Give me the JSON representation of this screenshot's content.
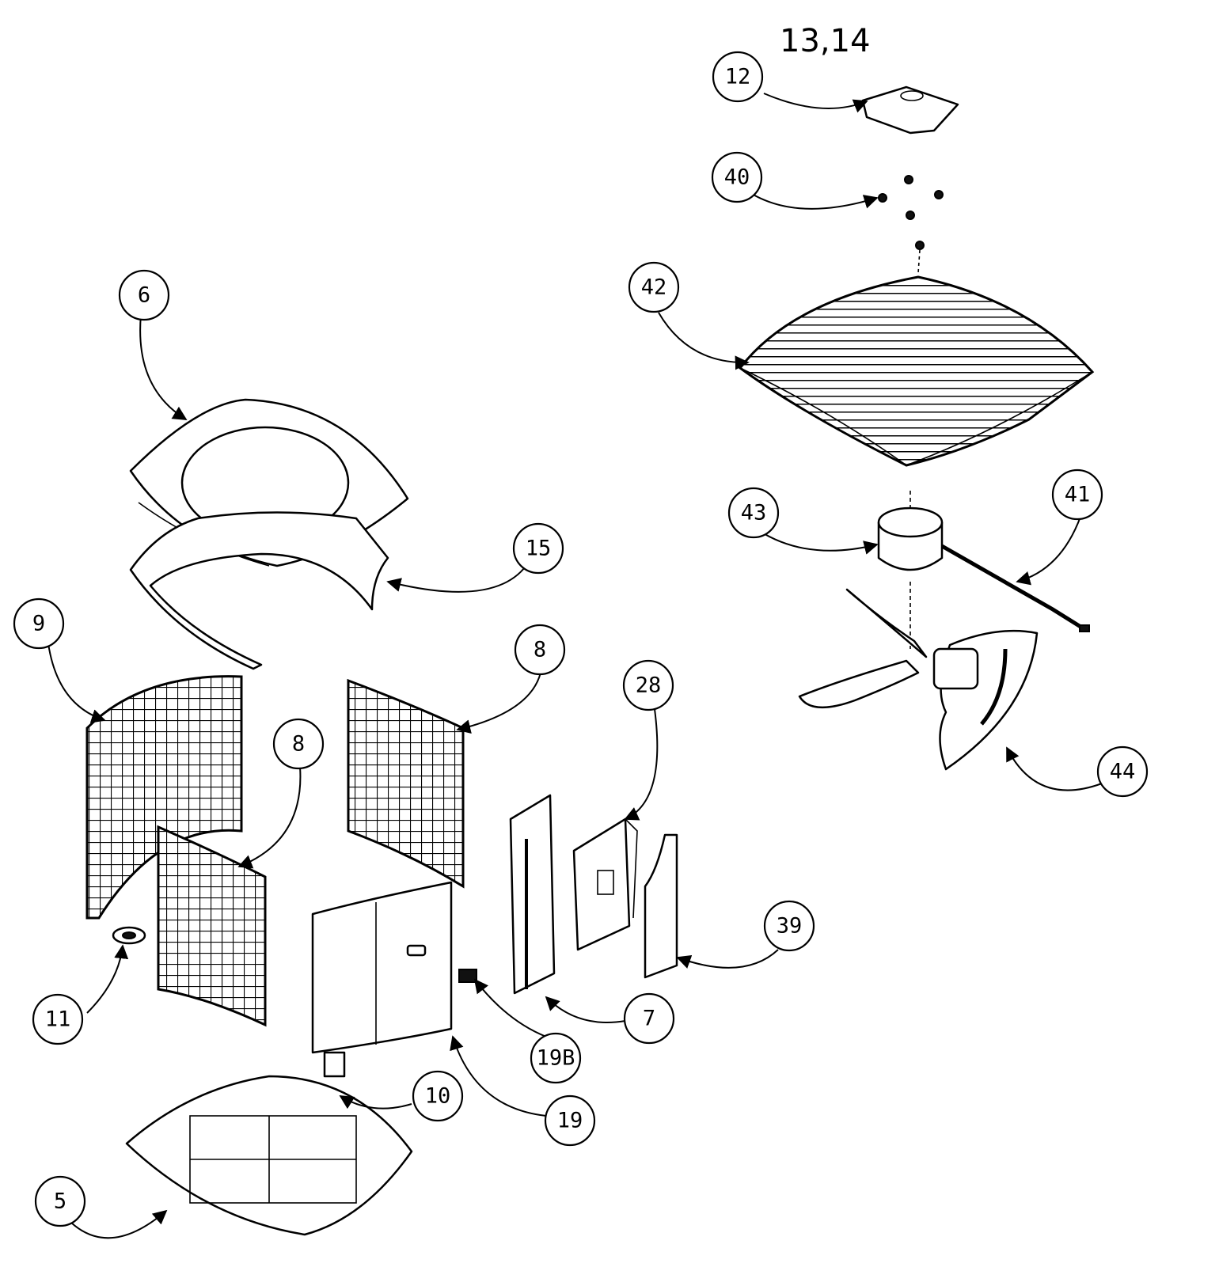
{
  "handwritten_note": "13,14",
  "callouts": [
    {
      "id": "c12",
      "label": "12"
    },
    {
      "id": "c40",
      "label": "40"
    },
    {
      "id": "c42",
      "label": "42"
    },
    {
      "id": "c43",
      "label": "43"
    },
    {
      "id": "c41",
      "label": "41"
    },
    {
      "id": "c44",
      "label": "44"
    },
    {
      "id": "c6",
      "label": "6"
    },
    {
      "id": "c15",
      "label": "15"
    },
    {
      "id": "c9",
      "label": "9"
    },
    {
      "id": "c8a",
      "label": "8"
    },
    {
      "id": "c8b",
      "label": "8"
    },
    {
      "id": "c28",
      "label": "28"
    },
    {
      "id": "c39",
      "label": "39"
    },
    {
      "id": "c7",
      "label": "7"
    },
    {
      "id": "c11",
      "label": "11"
    },
    {
      "id": "c19B",
      "label": "19B"
    },
    {
      "id": "c10",
      "label": "10"
    },
    {
      "id": "c19",
      "label": "19"
    },
    {
      "id": "c5",
      "label": "5"
    }
  ],
  "parts": [
    {
      "callout": "12",
      "icon": "top-cap-icon"
    },
    {
      "callout": "40",
      "icon": "screws-icon"
    },
    {
      "callout": "42",
      "icon": "fan-grille-icon"
    },
    {
      "callout": "43",
      "icon": "fan-motor-icon"
    },
    {
      "callout": "41",
      "icon": "motor-wire-icon"
    },
    {
      "callout": "44",
      "icon": "fan-blade-icon"
    },
    {
      "callout": "6",
      "icon": "top-cover-icon"
    },
    {
      "callout": "15",
      "icon": "top-bracket-icon"
    },
    {
      "callout": "9",
      "icon": "coil-guard-icon"
    },
    {
      "callout": "8",
      "icon": "side-grille-icon"
    },
    {
      "callout": "28",
      "icon": "control-box-icon"
    },
    {
      "callout": "39",
      "icon": "control-cover-icon"
    },
    {
      "callout": "7",
      "icon": "control-panel-icon"
    },
    {
      "callout": "11",
      "icon": "grommet-icon"
    },
    {
      "callout": "19B",
      "icon": "access-plate-icon"
    },
    {
      "callout": "10",
      "icon": "corner-post-icon"
    },
    {
      "callout": "19",
      "icon": "service-panel-icon"
    },
    {
      "callout": "5",
      "icon": "base-pan-icon"
    }
  ]
}
